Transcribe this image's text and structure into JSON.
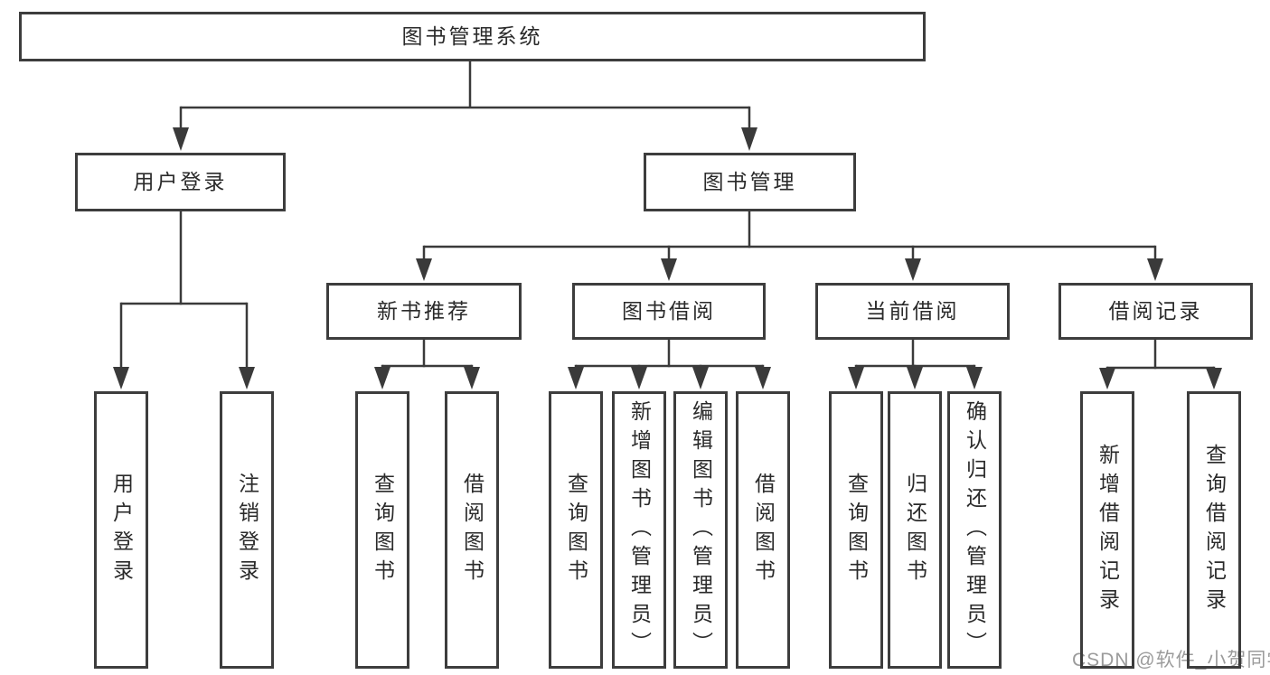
{
  "tree": {
    "label": "图书管理系统",
    "children": [
      {
        "label": "用户登录",
        "children": [
          {
            "label": "用户登录"
          },
          {
            "label": "注销登录"
          }
        ]
      },
      {
        "label": "图书管理",
        "children": [
          {
            "label": "新书推荐",
            "children": [
              {
                "label": "查询图书"
              },
              {
                "label": "借阅图书"
              }
            ]
          },
          {
            "label": "图书借阅",
            "children": [
              {
                "label": "查询图书"
              },
              {
                "label": "新增图书（管理员）"
              },
              {
                "label": "编辑图书（管理员）"
              },
              {
                "label": "借阅图书"
              }
            ]
          },
          {
            "label": "当前借阅",
            "children": [
              {
                "label": "查询图书"
              },
              {
                "label": "归还图书"
              },
              {
                "label": "确认归还（管理员）"
              }
            ]
          },
          {
            "label": "借阅记录",
            "children": [
              {
                "label": "新增借阅记录"
              },
              {
                "label": "查询借阅记录"
              }
            ]
          }
        ]
      }
    ]
  },
  "watermark": "CSDN @软件_小贺同学",
  "colors": {
    "line": "#3a3a3a",
    "box_border": "#3d3d3d",
    "text": "#2a2a2a",
    "watermark": "#9b9b9b",
    "background": "#ffffff"
  }
}
